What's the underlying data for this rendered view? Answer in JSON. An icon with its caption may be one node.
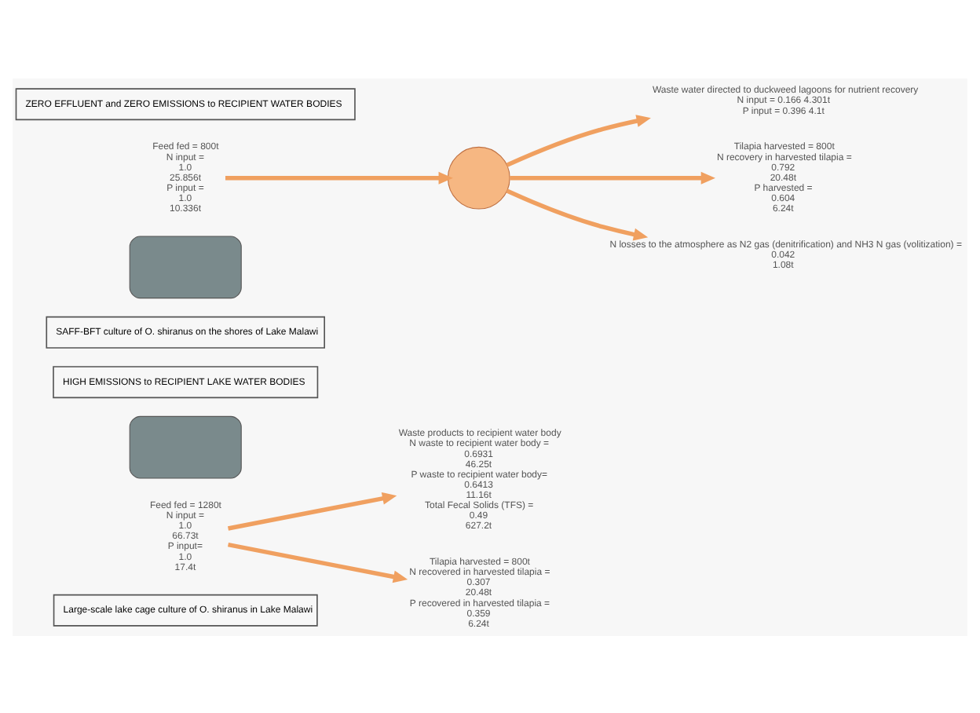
{
  "diagram": {
    "nodes": [
      {
        "text": [
          "Large-scale lake cage culture of O. shiranus in Lake Malawi"
        ]
      },
      {
        "text": [
          "Feed fed = 1280t",
          "N input =",
          "1.0",
          "66.73t",
          "P input=",
          "1.0",
          "17.4t"
        ]
      },
      {
        "text": [
          "Waste products to recipient water body",
          "N waste to recipient water body =",
          "0.6931",
          "46.25t",
          "P waste to recipient water body=",
          "0.6413",
          "11.16t",
          "Total Fecal Solids (TFS) =",
          "0.49",
          "627.2t"
        ]
      },
      {
        "text": [
          "Tilapia harvested = 800t",
          "N recovered in harvested tilapia =",
          "0.307",
          "20.48t",
          "P recovered in harvested tilapia =",
          "0.359",
          "6.24t"
        ]
      },
      {
        "text": [],
        "shape": "box"
      },
      {
        "text": [
          "HIGH EMISSIONS to RECIPIENT LAKE WATER BODIES"
        ]
      },
      {
        "text": [
          "SAFF-BFT culture of O. shiranus on the shores of Lake Malawi"
        ]
      },
      {
        "text": [],
        "shape": "box"
      },
      {
        "text": [
          "Waste water directed to duckweed lagoons for nutrient recovery",
          "N input = 0.166 4.301t",
          "P input = 0.396 4.1t"
        ]
      },
      {
        "text": [
          "Feed fed = 800t",
          "N input =",
          "1.0",
          "25.856t",
          "P input =",
          "1.0",
          "10.336t"
        ]
      },
      {
        "text": [],
        "shape": "circle"
      },
      {
        "text": [
          "Tilapia harvested = 800t",
          "N recovery in harvested tilapia =",
          "0.792",
          "20.48t",
          "P harvested =",
          "0.604",
          "6.24t"
        ]
      },
      {
        "text": [
          "N losses to the atmosphere as N2 gas (denitrification) and NH3 N gas (volitization) =",
          "0.042",
          "1.08t"
        ]
      },
      {
        "text": [
          "ZERO EFFLUENT and ZERO EMISSIONS to RECIPIENT WATER BODIES"
        ]
      }
    ],
    "edges": [
      {
        "from": 1,
        "to": 2,
        "arrow": "to"
      },
      {
        "from": 1,
        "to": 3,
        "arrow": "to"
      },
      {
        "from": 9,
        "to": 10,
        "arrow": "to"
      },
      {
        "from": 10,
        "to": 8,
        "arrow": "to"
      },
      {
        "from": 10,
        "to": 11,
        "arrow": "to"
      },
      {
        "from": 10,
        "to": 12,
        "arrow": "to"
      }
    ]
  }
}
